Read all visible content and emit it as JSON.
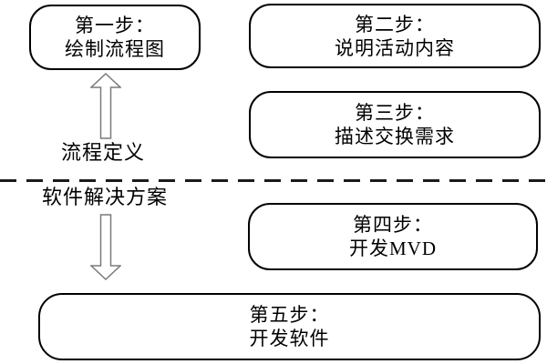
{
  "diagram": {
    "upper_label": "流程定义",
    "lower_label": "软件解决方案",
    "steps": {
      "step1": {
        "title": "第一步：",
        "desc": "绘制流程图"
      },
      "step2": {
        "title": "第二步：",
        "desc": "说明活动内容"
      },
      "step3": {
        "title": "第三步：",
        "desc": "描述交换需求"
      },
      "step4": {
        "title": "第四步：",
        "desc": "开发MVD"
      },
      "step5": {
        "title": "第五步：",
        "desc": "开发软件"
      }
    },
    "icons": {
      "up_arrow": "up-arrow-icon",
      "down_arrow": "down-arrow-icon"
    },
    "colors": {
      "border": "#000000",
      "text": "#000000",
      "arrow_outline": "#7a7a7a",
      "background": "#ffffff",
      "divider": "#1a1a1a"
    }
  }
}
